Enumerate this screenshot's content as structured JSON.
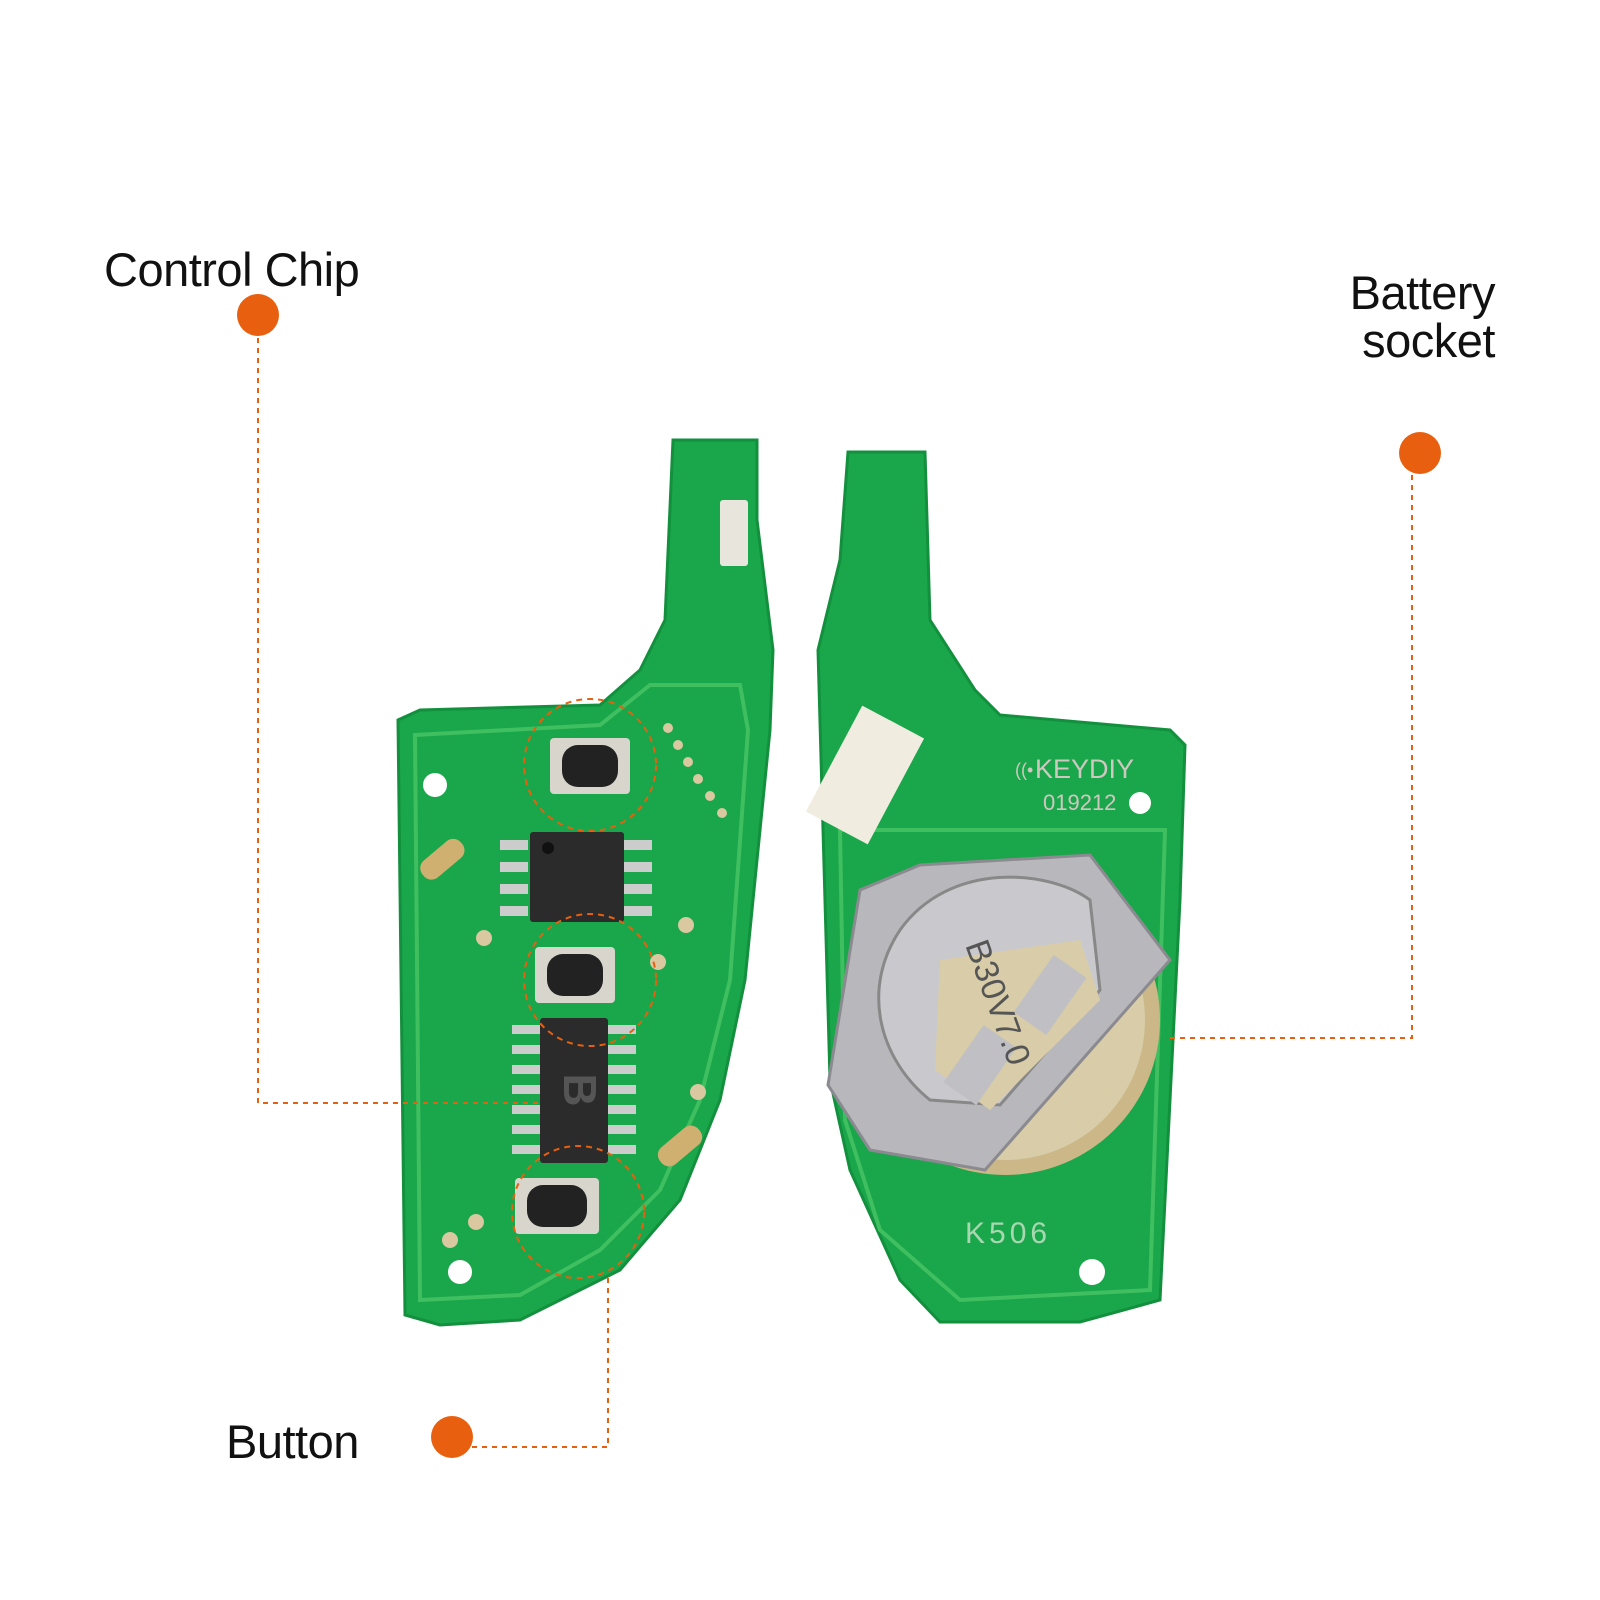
{
  "callouts": {
    "control_chip": "Control Chip",
    "battery_socket_line1": "Battery",
    "battery_socket_line2": "socket",
    "button": "Button"
  },
  "board_markings": {
    "brand": "KEYDIY",
    "serial": "019212",
    "model": "K506",
    "battery_holder_text": "B30V7.0",
    "chip_letter": "B"
  },
  "colors": {
    "accent": "#e8600f",
    "pcb": "#1aa64a"
  }
}
